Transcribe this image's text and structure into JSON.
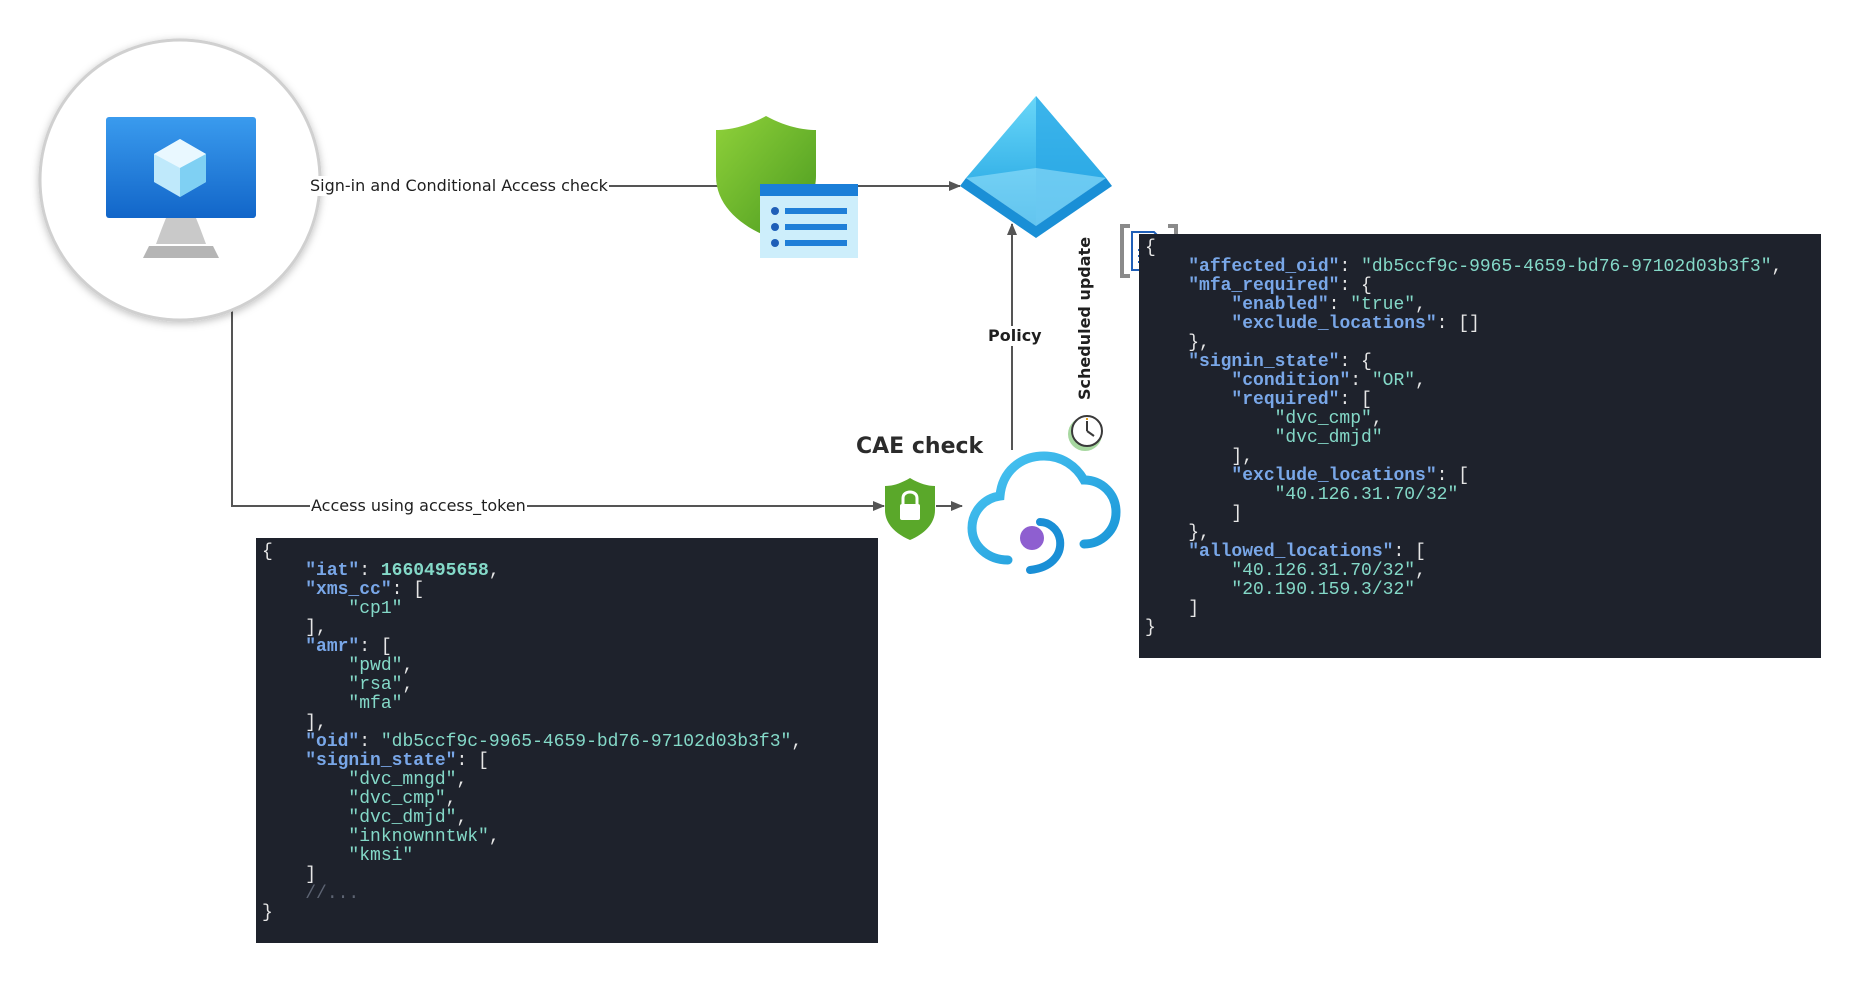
{
  "labels": {
    "sign_in": "Sign-in and Conditional Access check",
    "access": "Access using access_token",
    "policy": "Policy",
    "scheduled_update": "Scheduled update",
    "cae_check": "CAE check"
  },
  "token_json": [
    [
      {
        "t": "p",
        "v": "{"
      }
    ],
    [
      {
        "t": "p",
        "v": "    "
      },
      {
        "t": "k",
        "v": "\"iat\""
      },
      {
        "t": "p",
        "v": ": "
      },
      {
        "t": "n",
        "v": "1660495658"
      },
      {
        "t": "p",
        "v": ","
      }
    ],
    [
      {
        "t": "p",
        "v": "    "
      },
      {
        "t": "k",
        "v": "\"xms_cc\""
      },
      {
        "t": "p",
        "v": ": ["
      }
    ],
    [
      {
        "t": "p",
        "v": "        "
      },
      {
        "t": "s",
        "v": "\"cp1\""
      }
    ],
    [
      {
        "t": "p",
        "v": "    ],"
      }
    ],
    [
      {
        "t": "p",
        "v": "    "
      },
      {
        "t": "k",
        "v": "\"amr\""
      },
      {
        "t": "p",
        "v": ": ["
      }
    ],
    [
      {
        "t": "p",
        "v": "        "
      },
      {
        "t": "s",
        "v": "\"pwd\""
      },
      {
        "t": "p",
        "v": ","
      }
    ],
    [
      {
        "t": "p",
        "v": "        "
      },
      {
        "t": "s",
        "v": "\"rsa\""
      },
      {
        "t": "p",
        "v": ","
      }
    ],
    [
      {
        "t": "p",
        "v": "        "
      },
      {
        "t": "s",
        "v": "\"mfa\""
      }
    ],
    [
      {
        "t": "p",
        "v": "    ],"
      }
    ],
    [
      {
        "t": "p",
        "v": "    "
      },
      {
        "t": "k",
        "v": "\"oid\""
      },
      {
        "t": "p",
        "v": ": "
      },
      {
        "t": "s",
        "v": "\"db5ccf9c-9965-4659-bd76-97102d03b3f3\""
      },
      {
        "t": "p",
        "v": ","
      }
    ],
    [
      {
        "t": "p",
        "v": "    "
      },
      {
        "t": "k",
        "v": "\"signin_state\""
      },
      {
        "t": "p",
        "v": ": ["
      }
    ],
    [
      {
        "t": "p",
        "v": "        "
      },
      {
        "t": "s",
        "v": "\"dvc_mngd\""
      },
      {
        "t": "p",
        "v": ","
      }
    ],
    [
      {
        "t": "p",
        "v": "        "
      },
      {
        "t": "s",
        "v": "\"dvc_cmp\""
      },
      {
        "t": "p",
        "v": ","
      }
    ],
    [
      {
        "t": "p",
        "v": "        "
      },
      {
        "t": "s",
        "v": "\"dvc_dmjd\""
      },
      {
        "t": "p",
        "v": ","
      }
    ],
    [
      {
        "t": "p",
        "v": "        "
      },
      {
        "t": "s",
        "v": "\"inknownntwk\""
      },
      {
        "t": "p",
        "v": ","
      }
    ],
    [
      {
        "t": "p",
        "v": "        "
      },
      {
        "t": "s",
        "v": "\"kmsi\""
      }
    ],
    [
      {
        "t": "p",
        "v": "    ]"
      }
    ],
    [
      {
        "t": "p",
        "v": "    "
      },
      {
        "t": "c",
        "v": "//..."
      }
    ],
    [
      {
        "t": "p",
        "v": "}"
      }
    ]
  ],
  "policy_json": [
    [
      {
        "t": "p",
        "v": "{"
      }
    ],
    [
      {
        "t": "p",
        "v": "    "
      },
      {
        "t": "k",
        "v": "\"affected_oid\""
      },
      {
        "t": "p",
        "v": ": "
      },
      {
        "t": "s",
        "v": "\"db5ccf9c-9965-4659-bd76-97102d03b3f3\""
      },
      {
        "t": "p",
        "v": ","
      }
    ],
    [
      {
        "t": "p",
        "v": "    "
      },
      {
        "t": "k",
        "v": "\"mfa_required\""
      },
      {
        "t": "p",
        "v": ": {"
      }
    ],
    [
      {
        "t": "p",
        "v": "        "
      },
      {
        "t": "k",
        "v": "\"enabled\""
      },
      {
        "t": "p",
        "v": ": "
      },
      {
        "t": "s",
        "v": "\"true\""
      },
      {
        "t": "p",
        "v": ","
      }
    ],
    [
      {
        "t": "p",
        "v": "        "
      },
      {
        "t": "k",
        "v": "\"exclude_locations\""
      },
      {
        "t": "p",
        "v": ": []"
      }
    ],
    [
      {
        "t": "p",
        "v": "    },"
      }
    ],
    [
      {
        "t": "p",
        "v": "    "
      },
      {
        "t": "k",
        "v": "\"signin_state\""
      },
      {
        "t": "p",
        "v": ": {"
      }
    ],
    [
      {
        "t": "p",
        "v": "        "
      },
      {
        "t": "k",
        "v": "\"condition\""
      },
      {
        "t": "p",
        "v": ": "
      },
      {
        "t": "s",
        "v": "\"OR\""
      },
      {
        "t": "p",
        "v": ","
      }
    ],
    [
      {
        "t": "p",
        "v": "        "
      },
      {
        "t": "k",
        "v": "\"required\""
      },
      {
        "t": "p",
        "v": ": ["
      }
    ],
    [
      {
        "t": "p",
        "v": "            "
      },
      {
        "t": "s",
        "v": "\"dvc_cmp\""
      },
      {
        "t": "p",
        "v": ","
      }
    ],
    [
      {
        "t": "p",
        "v": "            "
      },
      {
        "t": "s",
        "v": "\"dvc_dmjd\""
      }
    ],
    [
      {
        "t": "p",
        "v": "        ],"
      }
    ],
    [
      {
        "t": "p",
        "v": "        "
      },
      {
        "t": "k",
        "v": "\"exclude_locations\""
      },
      {
        "t": "p",
        "v": ": ["
      }
    ],
    [
      {
        "t": "p",
        "v": "            "
      },
      {
        "t": "s",
        "v": "\"40.126.31.70/32\""
      }
    ],
    [
      {
        "t": "p",
        "v": "        ]"
      }
    ],
    [
      {
        "t": "p",
        "v": "    },"
      }
    ],
    [
      {
        "t": "p",
        "v": "    "
      },
      {
        "t": "k",
        "v": "\"allowed_locations\""
      },
      {
        "t": "p",
        "v": ": ["
      }
    ],
    [
      {
        "t": "p",
        "v": "        "
      },
      {
        "t": "s",
        "v": "\"40.126.31.70/32\""
      },
      {
        "t": "p",
        "v": ","
      }
    ],
    [
      {
        "t": "p",
        "v": "        "
      },
      {
        "t": "s",
        "v": "\"20.190.159.3/32\""
      }
    ],
    [
      {
        "t": "p",
        "v": "    ]"
      }
    ],
    [
      {
        "t": "p",
        "v": "}"
      }
    ]
  ],
  "icons": {
    "desktop": "virtual-desktop-monitor-icon",
    "conditional_access": "conditional-access-shield-icon",
    "entra_id": "azure-ad-pyramid-icon",
    "cae_lock": "lock-shield-icon",
    "cloud": "cloud-app-icon",
    "clock": "clock-icon",
    "policy_doc": "json-document-icon"
  },
  "colors": {
    "code_bg": "#1e222c",
    "code_key": "#79a7e8",
    "code_string": "#84d9c8",
    "arrow": "#555555"
  }
}
